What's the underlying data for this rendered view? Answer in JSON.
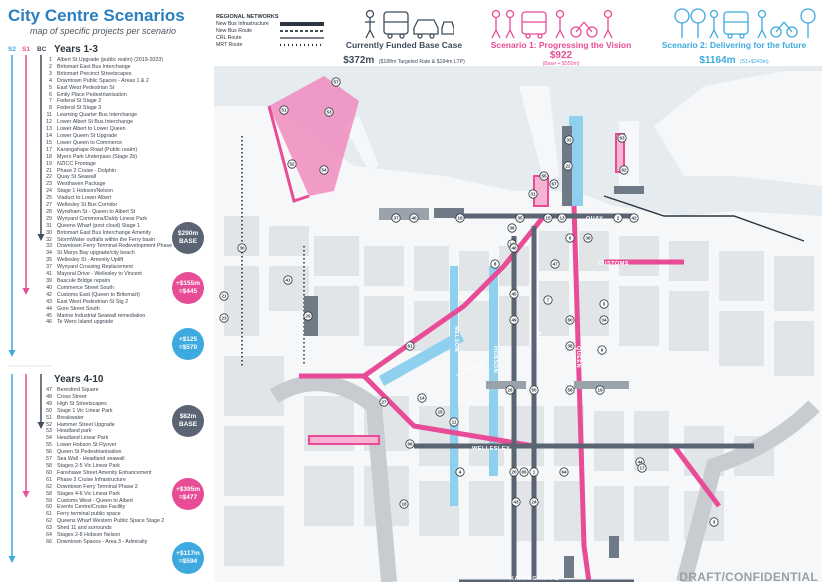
{
  "header": {
    "title": "City Centre Scenarios",
    "subtitle": "map of specific projects per scenario",
    "col_labels": [
      "S2",
      "S1",
      "BC"
    ]
  },
  "sections": [
    {
      "title": "Years 1-3",
      "items": [
        [
          "1",
          "Albert St Upgrade (public realm) (2019-2023)"
        ],
        [
          "2",
          "Britomart East Bus Interchange"
        ],
        [
          "3",
          "Britomart Precinct Streetscapes"
        ],
        [
          "4",
          "Downtown Public Spaces - Areas 1 & 2"
        ],
        [
          "5",
          "East West Pedestrian St"
        ],
        [
          "6",
          "Emily Place Pedestrianisation"
        ],
        [
          "7",
          "Federal St Stage 2"
        ],
        [
          "8",
          "Federal St Stage 3"
        ],
        [
          "11",
          "Learning Quarter Bus Interchange"
        ],
        [
          "12",
          "Lower Albert St Bus Interchange"
        ],
        [
          "13",
          "Lower Albert to Lower Queen"
        ],
        [
          "14",
          "Lower Queen St Upgrade"
        ],
        [
          "15",
          "Lower Queen to Commerce"
        ],
        [
          "17",
          "Karangahape Road (Public realm)"
        ],
        [
          "18",
          "Myers Park Underpass (Stage 2b)"
        ],
        [
          "19",
          "NZICC Frontage"
        ],
        [
          "21",
          "Phase 2 Cruise - Dolphin"
        ],
        [
          "22",
          "Quay St Seawall"
        ],
        [
          "23",
          "Westhaven Package"
        ],
        [
          "24",
          "Stage 1 Hobson/Nelson"
        ],
        [
          "25",
          "Viaduct to Lower Albert"
        ],
        [
          "27",
          "Wellesley St Bus Corridor"
        ],
        [
          "28",
          "Wyndham St - Queen to Albert St"
        ],
        [
          "29",
          "Wynyard Commons/Daldy Linear Park"
        ],
        [
          "31",
          "Queens Wharf (post cloud) Stage 1"
        ],
        [
          "30",
          "Britomart East Bus Interchange Amenity"
        ],
        [
          "32",
          "StormWater outfalls within the Ferry basin"
        ],
        [
          "33",
          "Downtown Ferry Terminal Redevelopment Phase 1"
        ],
        [
          "34",
          "St Marys Bay upgrade/city beach"
        ],
        [
          "35",
          "Wellesley St - Amenity Uplift"
        ],
        [
          "37",
          "Wynyard Crossing Replacement"
        ],
        [
          "41",
          "Mayoral Drive - Wellesley to Vincent"
        ],
        [
          "39",
          "Bascule Bridge repairs"
        ],
        [
          "40",
          "Commerce Street South"
        ],
        [
          "42",
          "Customs East (Queen to Britomart)"
        ],
        [
          "43",
          "East West Pedestrian St Stg 2"
        ],
        [
          "44",
          "Gore Street South"
        ],
        [
          "45",
          "Marine Industrial Seawall remediation"
        ],
        [
          "46",
          "Te Wero Island upgrade"
        ]
      ]
    },
    {
      "title": "Years 4-10",
      "items": [
        [
          "47",
          "Beresford Square"
        ],
        [
          "48",
          "Cross Street"
        ],
        [
          "49",
          "High St Streetscapes"
        ],
        [
          "50",
          "Stage 1 Vic Linear Park"
        ],
        [
          "51",
          "Breakwater"
        ],
        [
          "52",
          "Hammer Street Upgrade"
        ],
        [
          "53",
          "Headland park"
        ],
        [
          "54",
          "Headland Linear Park"
        ],
        [
          "55",
          "Lower Hobson St Flyover"
        ],
        [
          "56",
          "Queen St Pedestrianisation"
        ],
        [
          "57",
          "Sea Wall - Headland seawall"
        ],
        [
          "58",
          "Stages 2-5 Vic Linear Park"
        ],
        [
          "60",
          "Fanshawe Street Amenity Enhancement"
        ],
        [
          "61",
          "Phase 3 Cruise Infrastructure"
        ],
        [
          "62",
          "Downtown Ferry Terminal Phase 2"
        ],
        [
          "58",
          "Stages 4-6 Vic Linear Park"
        ],
        [
          "59",
          "Customs West - Queen to Albert"
        ],
        [
          "60",
          "Events Centre/Cruise Facility"
        ],
        [
          "61",
          "Ferry terminal public space"
        ],
        [
          "62",
          "Queens Wharf Western Public Space Stage 2"
        ],
        [
          "63",
          "Shed 11 and surrounds"
        ],
        [
          "64",
          "Stages 2-8 Hobson Nelson"
        ],
        [
          "66",
          "Downtown Spaces - Area 3 - Admiralty"
        ]
      ]
    }
  ],
  "badges": [
    {
      "line1": "$290m",
      "line2": "BASE",
      "color": "#5a6472"
    },
    {
      "line1": "+$155m",
      "line2": "=$445",
      "color": "#e84c96"
    },
    {
      "line1": "+$125",
      "line2": "=$570",
      "color": "#3ea9de"
    },
    {
      "line1": "$82m",
      "line2": "BASE",
      "color": "#5a6472"
    },
    {
      "line1": "+$395m",
      "line2": "=$477",
      "color": "#e84c96"
    },
    {
      "line1": "+$117m",
      "line2": "=$594",
      "color": "#3ea9de"
    }
  ],
  "legend": {
    "title": "REGIONAL NETWORKS",
    "rows": [
      "New Bus Infrastructure",
      "New Bus Route",
      "CRL Route",
      "MRT Route"
    ]
  },
  "scenarios": [
    {
      "title": "Currently Funded Base Case",
      "amount": "$372m",
      "note": "($188m Targeted Rate & $184m LTP)",
      "color": "#3f4d5c"
    },
    {
      "title": "Scenario 1: Progressing the Vision",
      "amount": "$922",
      "note": "(Base + $550m)",
      "color": "#e84c96"
    },
    {
      "title": "Scenario 2: Delivering for the future",
      "amount": "$1164m",
      "note": "(S1+$243m)",
      "color": "#3ea9de"
    }
  ],
  "map_labels": {
    "quay": "QUAY",
    "customs": "CUSTOMS",
    "wellesley": "WELLESLEY",
    "nelson": "NELSON",
    "hobson": "HOBSON",
    "victoria": "VICTORIA",
    "albert": "ALBERT",
    "queen": "QUEEN",
    "karangahape": "KARANGAHAPE"
  },
  "map_markers": [
    "57",
    "51",
    "53",
    "52",
    "54",
    "55",
    "63",
    "62",
    "33",
    "22",
    "67",
    "31",
    "37",
    "46",
    "16",
    "35",
    "15",
    "13",
    "2",
    "42",
    "30",
    "6",
    "39",
    "12",
    "36",
    "41",
    "21",
    "23",
    "29",
    "8",
    "47",
    "48",
    "45",
    "5",
    "7",
    "34",
    "49",
    "60",
    "61",
    "38",
    "9",
    "27",
    "14",
    "11",
    "26",
    "50",
    "58",
    "19",
    "4",
    "25",
    "20",
    "65",
    "1",
    "64",
    "66",
    "44",
    "17",
    "18",
    "43",
    "24",
    "3"
  ],
  "footer": {
    "draft": "DRAFT/CONFIDENTIAL"
  },
  "colors": {
    "base": "#5a6472",
    "scenario1": "#e84c96",
    "scenario2": "#3ea9de",
    "title": "#2a7fbf"
  }
}
